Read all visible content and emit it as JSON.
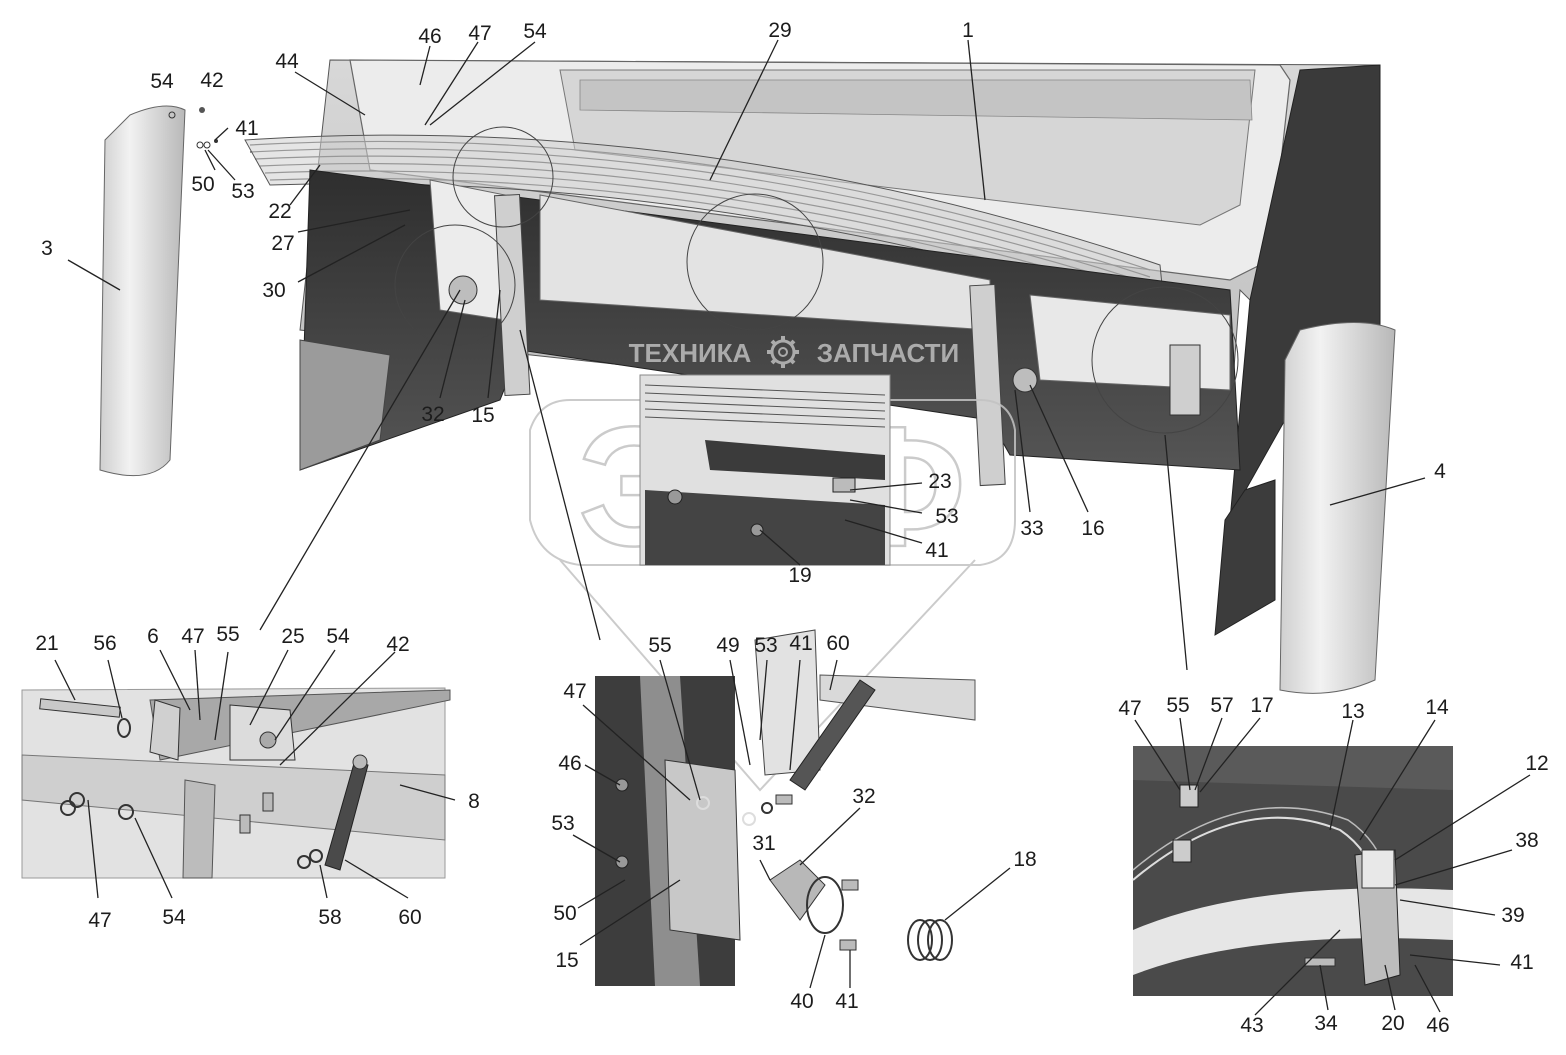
{
  "watermark": {
    "left_word": "ТЕХНИКА",
    "right_word": "ЗАПЧАСТИ",
    "logo_letters": "ЭПФ",
    "gear_icon": "gear-icon"
  },
  "main_view": {
    "callouts": [
      "1",
      "29",
      "54",
      "47",
      "46",
      "44",
      "42",
      "41",
      "54",
      "50",
      "53",
      "3",
      "22",
      "27",
      "30",
      "32",
      "15",
      "23",
      "53",
      "41",
      "19",
      "33",
      "16",
      "4"
    ]
  },
  "detail_left": {
    "callouts": [
      "21",
      "56",
      "6",
      "47",
      "55",
      "25",
      "54",
      "42",
      "8",
      "47",
      "54",
      "58",
      "60"
    ]
  },
  "detail_center": {
    "callouts": [
      "55",
      "49",
      "53",
      "41",
      "60",
      "47",
      "46",
      "53",
      "50",
      "15",
      "31",
      "32",
      "40",
      "41",
      "18"
    ]
  },
  "detail_right": {
    "callouts": [
      "47",
      "55",
      "57",
      "17",
      "13",
      "14",
      "12",
      "38",
      "39",
      "41",
      "46",
      "20",
      "34",
      "43"
    ]
  },
  "colors": {
    "body_light": "#e4e4e4",
    "body_mid": "#a9a9a9",
    "body_dark": "#3c3c3c",
    "line": "#222222",
    "watermark": "#c8c8c8"
  }
}
